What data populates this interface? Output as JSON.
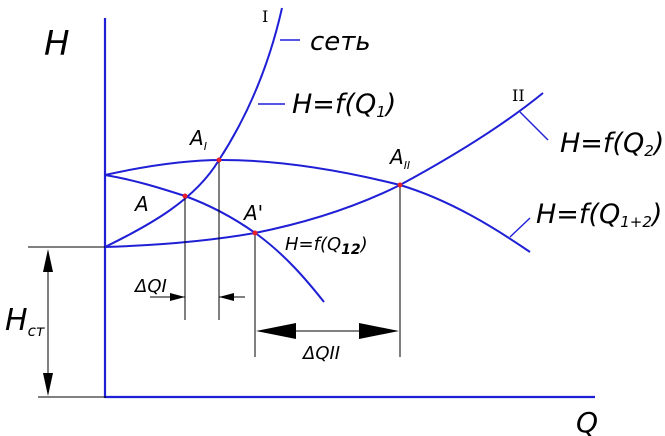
{
  "axes": {
    "y_label": "H",
    "x_label": "Q"
  },
  "curves": {
    "network_roman": "I",
    "network_label": "сеть",
    "pump1_label": "H=f(Q",
    "pump1_sub": "1",
    "pump1_close": ")",
    "pump2_roman": "II",
    "pump2_label": "H=f(Q",
    "pump2_sub": "2",
    "pump2_close": ")",
    "combined_label": "H=f(Q",
    "combined_sub": "1+2",
    "combined_close": ")",
    "combined_inner_label": "H=f(Q",
    "combined_inner_sub": "12",
    "combined_inner_close": ")"
  },
  "points": {
    "a1": "A",
    "a1_sub": "I",
    "a": "A",
    "a_prime": "A'",
    "a2": "A",
    "a2_sub": "II"
  },
  "dimensions": {
    "h_static": "H",
    "h_static_sub": "ст",
    "dq1": "ΔQI",
    "dq2": "ΔQII"
  },
  "colors": {
    "curve": "#1f1fd6",
    "point": "#e8202a",
    "text": "#000000"
  }
}
